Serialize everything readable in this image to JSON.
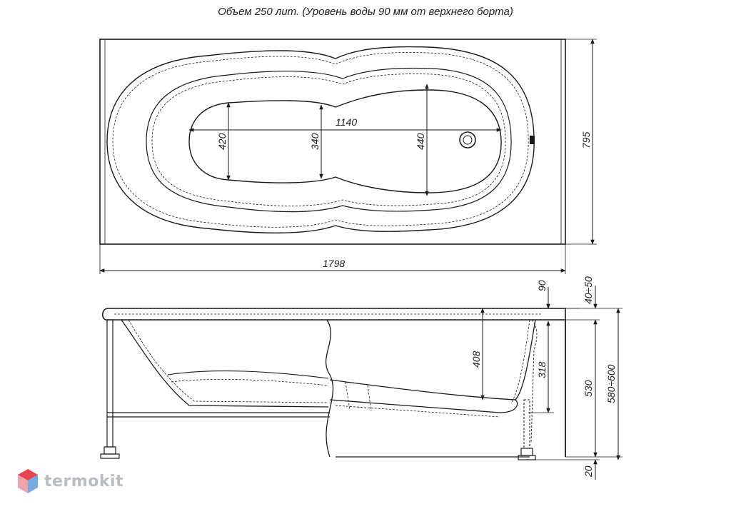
{
  "title": "Объем 250 лит. (Уровень воды 90 мм от верхнего борта)",
  "dimensions": {
    "top_length": "1798",
    "top_width": "795",
    "inner_length": "1140",
    "width_420": "420",
    "width_340": "340",
    "width_440": "440",
    "depth_90": "90",
    "rim_40_50": "40÷50",
    "depth_408": "408",
    "depth_318": "318",
    "height_530": "530",
    "height_580_600": "580÷600",
    "foot_20": "20"
  },
  "logo": {
    "text": "termokit"
  },
  "colors": {
    "line": "#1a1a1a",
    "logo_red": "#e8434f",
    "logo_blue": "#4a8fd6",
    "logo_text": "#b9bcc2"
  }
}
